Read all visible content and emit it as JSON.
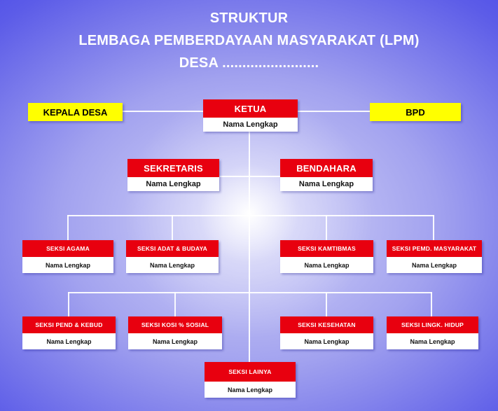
{
  "title": {
    "line1": "STRUKTUR",
    "line2": "LEMBAGA PEMBERDAYAAN MASYARAKAT (LPM)",
    "line3": "DESA ........................"
  },
  "colors": {
    "background_edge_blue": "#3e3ee5",
    "background_center_glow": "#ffffff",
    "box_red": "#e8000f",
    "box_yellow": "#ffff00",
    "connector_white": "#ffffff",
    "title_text": "#ffffff",
    "name_text": "#111111"
  },
  "nodes": {
    "kepala_desa": {
      "label": "KEPALA DESA"
    },
    "bpd": {
      "label": "BPD"
    },
    "ketua": {
      "title": "KETUA",
      "name": "Nama Lengkap"
    },
    "sekretaris": {
      "title": "SEKRETARIS",
      "name": "Nama Lengkap"
    },
    "bendahara": {
      "title": "BENDAHARA",
      "name": "Nama Lengkap"
    },
    "seksi_row1": [
      {
        "title": "SEKSI AGAMA",
        "name": "Nama Lengkap"
      },
      {
        "title": "SEKSI ADAT & BUDAYA",
        "name": "Nama Lengkap"
      },
      {
        "title": "SEKSI KAMTIBMAS",
        "name": "Nama Lengkap"
      },
      {
        "title": "SEKSI PEMD. MASYARAKAT",
        "name": "Nama Lengkap"
      }
    ],
    "seksi_row2": [
      {
        "title": "SEKSI PEND & KEBUD",
        "name": "Nama Lengkap"
      },
      {
        "title": "SEKSI KOSI % SOSIAL",
        "name": "Nama Lengkap"
      },
      {
        "title": "SEKSI KESEHATAN",
        "name": "Nama Lengkap"
      },
      {
        "title": "SEKSI LINGK. HIDUP",
        "name": "Nama Lengkap"
      }
    ],
    "seksi_lainya": {
      "title": "SEKSI LAINYA",
      "name": "Nama Lengkap"
    }
  }
}
